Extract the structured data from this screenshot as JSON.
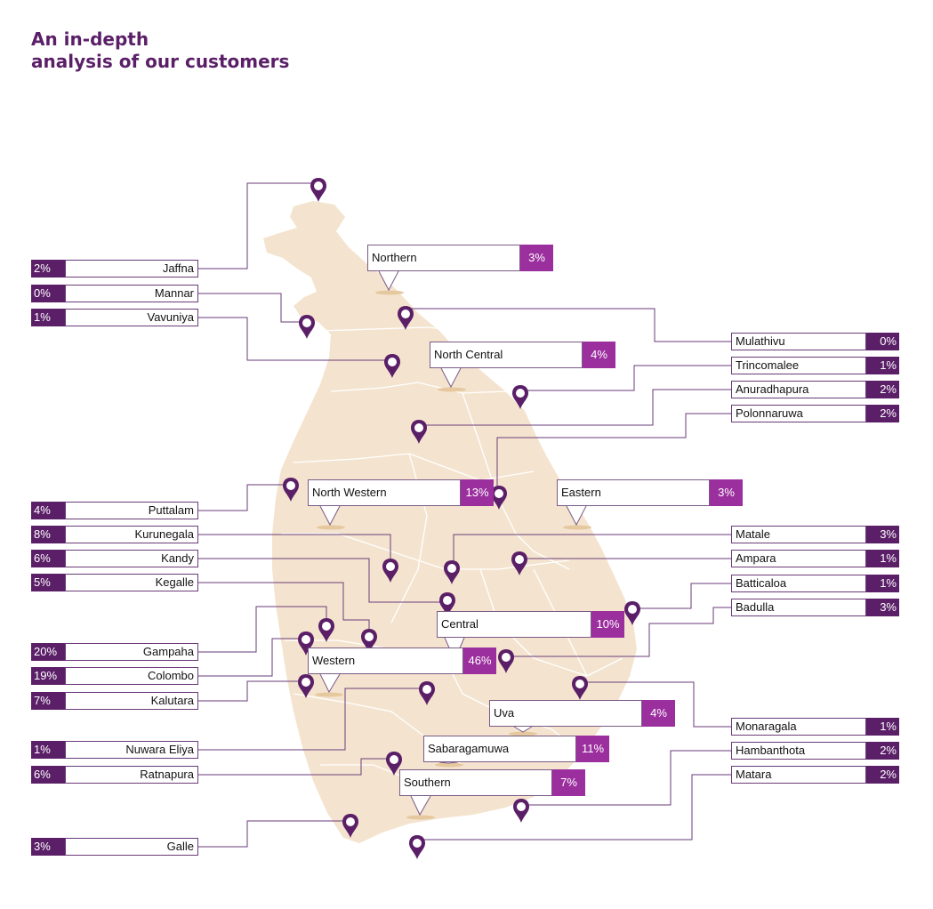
{
  "title": {
    "line1": "An in-depth",
    "line2": "analysis of our customers"
  },
  "colors": {
    "accent": "#5b1f68",
    "province_accent": "#9b2f9e",
    "land": "#f4e4cf"
  },
  "icons": {
    "marker": "map-pin-icon"
  },
  "districts": [
    {
      "name": "Jaffna",
      "pct": "2%"
    },
    {
      "name": "Mannar",
      "pct": "0%"
    },
    {
      "name": "Vavuniya",
      "pct": "1%"
    },
    {
      "name": "Puttalam",
      "pct": "4%"
    },
    {
      "name": "Kurunegala",
      "pct": "8%"
    },
    {
      "name": "Kandy",
      "pct": "6%"
    },
    {
      "name": "Kegalle",
      "pct": "5%"
    },
    {
      "name": "Gampaha",
      "pct": "20%"
    },
    {
      "name": "Colombo",
      "pct": "19%"
    },
    {
      "name": "Kalutara",
      "pct": "7%"
    },
    {
      "name": "Nuwara Eliya",
      "pct": "1%"
    },
    {
      "name": "Ratnapura",
      "pct": "6%"
    },
    {
      "name": "Galle",
      "pct": "3%"
    },
    {
      "name": "Mulathivu",
      "pct": "0%"
    },
    {
      "name": "Trincomalee",
      "pct": "1%"
    },
    {
      "name": "Anuradhapura",
      "pct": "2%"
    },
    {
      "name": "Polonnaruwa",
      "pct": "2%"
    },
    {
      "name": "Matale",
      "pct": "3%"
    },
    {
      "name": "Ampara",
      "pct": "1%"
    },
    {
      "name": "Batticaloa",
      "pct": "1%"
    },
    {
      "name": "Badulla",
      "pct": "3%"
    },
    {
      "name": "Monaragala",
      "pct": "1%"
    },
    {
      "name": "Hambanthota",
      "pct": "2%"
    },
    {
      "name": "Matara",
      "pct": "2%"
    }
  ],
  "provinces": [
    {
      "name": "Northern",
      "pct": "3%"
    },
    {
      "name": "North Central",
      "pct": "4%"
    },
    {
      "name": "North Western",
      "pct": "13%"
    },
    {
      "name": "Eastern",
      "pct": "3%"
    },
    {
      "name": "Central",
      "pct": "10%"
    },
    {
      "name": "Western",
      "pct": "46%"
    },
    {
      "name": "Uva",
      "pct": "4%"
    },
    {
      "name": "Sabaragamuwa",
      "pct": "11%"
    },
    {
      "name": "Southern",
      "pct": "7%"
    }
  ]
}
